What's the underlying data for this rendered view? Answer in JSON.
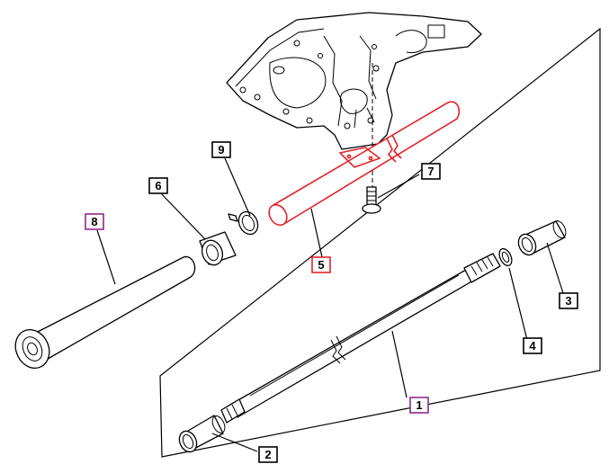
{
  "colors": {
    "line": "#000000",
    "highlight_red": "#e0242a",
    "highlight_purple": "#8a2b8a",
    "background": "#ffffff"
  },
  "callouts": {
    "c1": "1",
    "c2": "2",
    "c3": "3",
    "c4": "4",
    "c5": "5",
    "c6": "6",
    "c7": "7",
    "c8": "8",
    "c9": "9"
  }
}
